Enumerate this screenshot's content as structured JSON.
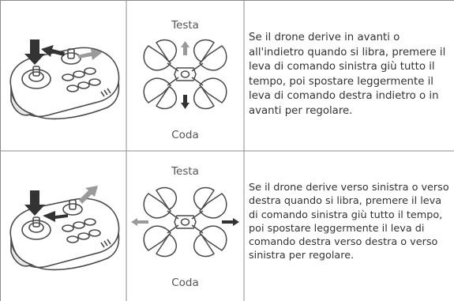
{
  "rows": [
    {
      "head_label": "Testa",
      "tail_label": "Coda",
      "description": "Se il drone derive in avanti o all'indietro quando si libra, premere il leva di comando sinistra giù tutto il tempo, poi spostare leggermente il leva di comando destra indietro o in avanti per regolare.",
      "drift_axis": "vertical"
    },
    {
      "head_label": "Testa",
      "tail_label": "Coda",
      "description": "Se il drone derive verso sinistra o verso destra quando si libra, premere il leva di comando sinistra giù tutto il tempo, poi spostare leggermente il leva di comando destra verso destra o verso sinistra per regolare.",
      "drift_axis": "horizontal"
    }
  ],
  "colors": {
    "table_line": "#8c8c8c",
    "arrow_dark": "#333333",
    "arrow_gray": "#9a9a9a",
    "outline": "#4a4a4a"
  }
}
